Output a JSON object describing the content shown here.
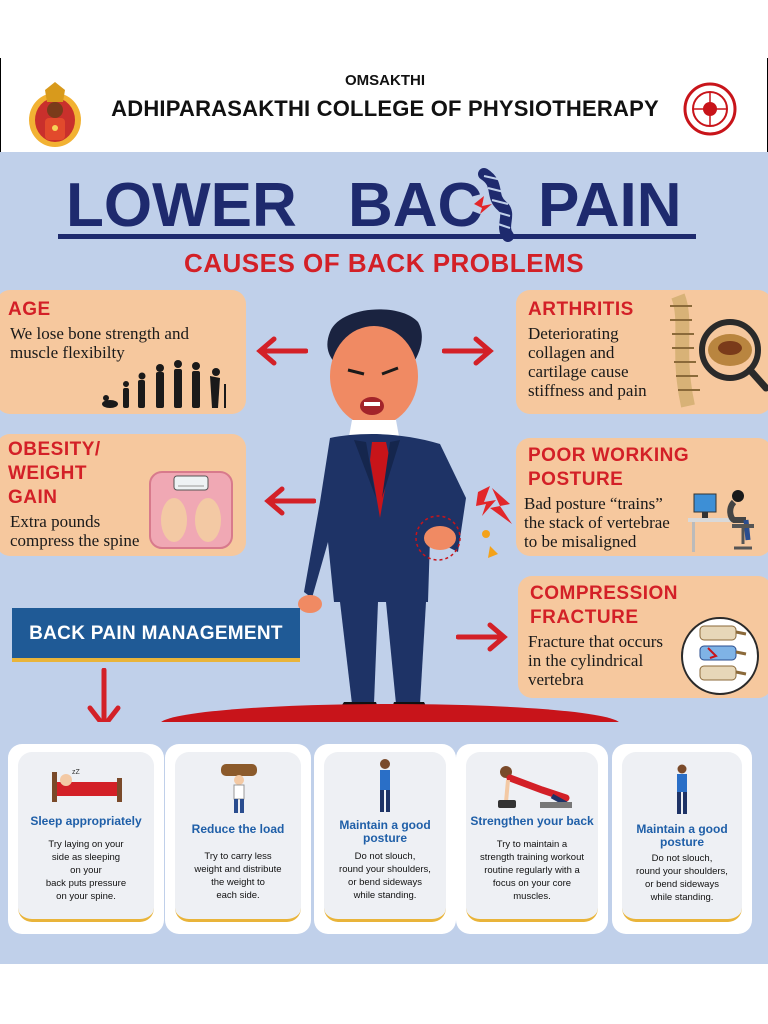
{
  "header": {
    "omsakthi": "OMSAKTHI",
    "college": "ADHIPARASAKTHI COLLEGE OF PHYSIOTHERAPY"
  },
  "infographic": {
    "title_left": "LOWER",
    "title_mid": "BAC",
    "title_right": "PAIN",
    "subtitle": "CAUSES OF BACK PROBLEMS",
    "management_label": "BACK PAIN MANAGEMENT"
  },
  "causes": {
    "age": {
      "title": "AGE",
      "desc_1": "We lose bone strength and",
      "desc_2": "muscle flexibilty"
    },
    "obesity": {
      "title_1": "OBESITY/",
      "title_2": "WEIGHT",
      "title_3": "GAIN",
      "desc_1": "Extra pounds",
      "desc_2": "compress the spine"
    },
    "arthritis": {
      "title": "ARTHRITIS",
      "desc_1": "Deteriorating",
      "desc_2": "collagen and",
      "desc_3": "cartilage cause",
      "desc_4": "stiffness and pain"
    },
    "posture": {
      "title_1": "POOR WORKING",
      "title_2": "POSTURE",
      "desc_1": "Bad posture “trains”",
      "desc_2": "the stack of vertebrae",
      "desc_3": "to be misaligned"
    },
    "fracture": {
      "title_1": "COMPRESSION",
      "title_2": "FRACTURE",
      "desc_1": "Fracture that occurs",
      "desc_2": "in the cylindrical",
      "desc_3": "vertebra"
    }
  },
  "tips": [
    {
      "title": "Sleep appropriately",
      "l1": "Try laying on your",
      "l2": "side as sleeping",
      "l3": "on your",
      "l4": "back puts pressure",
      "l5": "on your spine."
    },
    {
      "title": "Reduce the load",
      "l1": "Try to carry less",
      "l2": "weight and distribute",
      "l3": "the weight to",
      "l4": "each side."
    },
    {
      "title_1": "Maintain a good",
      "title_2": "posture",
      "l1": "Do not slouch,",
      "l2": "round your shoulders,",
      "l3": "or bend sideways",
      "l4": "while standing."
    },
    {
      "title": "Strengthen your back",
      "l1": "Try to maintain a",
      "l2": "strength training workout",
      "l3": "routine regularly with a",
      "l4": "focus on your core",
      "l5": "muscles."
    },
    {
      "title_1": "Maintain a good",
      "title_2": "posture",
      "l1": "Do not slouch,",
      "l2": "round your shoulders,",
      "l3": "or bend sideways",
      "l4": "while standing."
    }
  ],
  "colors": {
    "navy": "#1e2a6e",
    "red": "#d32027",
    "peach": "#f6c89e",
    "panel_blue": "#c0d0ea",
    "mgmt_blue": "#1f5a96",
    "gold": "#e9b43a"
  },
  "icons": [
    "temple-deity-logo",
    "college-seal-logo",
    "aging-silhouette-icon",
    "weighing-scale-icon",
    "spine-icon",
    "desk-worker-icon",
    "vertebra-fracture-icon",
    "bed-icon",
    "weight-lift-icon",
    "standing-person-icon",
    "plank-exercise-icon"
  ]
}
